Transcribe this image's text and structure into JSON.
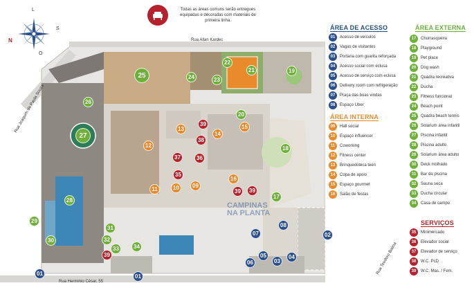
{
  "notice": {
    "text": "Todas as áreas comuns serão entregues equipadas e decoradas com materiais de primeira linha."
  },
  "compass": {
    "n": "N",
    "s": "S",
    "l": "L",
    "o": "O"
  },
  "streets": {
    "top": "Rua Allan Kardec",
    "left": "Rua Joaquim de Paula Souza",
    "bottom": "Rua Herminio César, 55",
    "right": "Rua Teodoro Baima"
  },
  "watermark": {
    "line1": "CAMPINAS",
    "line2": "NA PLANTA"
  },
  "colors": {
    "access": "#2b4f8e",
    "internal": "#e98a2c",
    "external": "#6fb03b",
    "services": "#b5222d"
  },
  "legend": {
    "access": {
      "title": "ÁREA DE ACESSO",
      "items": [
        {
          "n": "01",
          "label": "Acesso de veículos"
        },
        {
          "n": "02",
          "label": "Vagas de visitantes"
        },
        {
          "n": "03",
          "label": "Portaria com guarita reforçada"
        },
        {
          "n": "04",
          "label": "Acesso social com eclusa"
        },
        {
          "n": "05",
          "label": "Acesso de serviço com eclusa"
        },
        {
          "n": "06",
          "label": "Delivery room com refrigeração"
        },
        {
          "n": "07",
          "label": "Praça das boas vindas"
        },
        {
          "n": "08",
          "label": "Espaço Uber"
        }
      ]
    },
    "internal": {
      "title": "ÁREA INTERNA",
      "items": [
        {
          "n": "09",
          "label": "Hall social"
        },
        {
          "n": "10",
          "label": "Espaço influencer"
        },
        {
          "n": "11",
          "label": "Coworking"
        },
        {
          "n": "12",
          "label": "Fitness center"
        },
        {
          "n": "13",
          "label": "Brinquedoteca teen"
        },
        {
          "n": "14",
          "label": "Copa de apoio"
        },
        {
          "n": "15",
          "label": "Espaço gourmet"
        },
        {
          "n": "16",
          "label": "Salão de festas"
        }
      ]
    },
    "external": {
      "title": "ÁREA EXTERNA",
      "items": [
        {
          "n": "17",
          "label": "Churrasqueira"
        },
        {
          "n": "18",
          "label": "Playground"
        },
        {
          "n": "19",
          "label": "Pet place"
        },
        {
          "n": "20",
          "label": "Dog wash"
        },
        {
          "n": "21",
          "label": "Quadra recreativa"
        },
        {
          "n": "22",
          "label": "Ducha"
        },
        {
          "n": "23",
          "label": "Fitness funcional"
        },
        {
          "n": "24",
          "label": "Beach point"
        },
        {
          "n": "25",
          "label": "Quadra beach tennis"
        },
        {
          "n": "26",
          "label": "Solarium área infantil"
        },
        {
          "n": "27",
          "label": "Piscina infantil"
        },
        {
          "n": "28",
          "label": "Piscina adulto"
        },
        {
          "n": "29",
          "label": "Solarium área adulto"
        },
        {
          "n": "30",
          "label": "Deck molhado"
        },
        {
          "n": "31",
          "label": "Bar da piscina"
        },
        {
          "n": "32",
          "label": "Sauna seca"
        },
        {
          "n": "33",
          "label": "Ducha circular"
        },
        {
          "n": "34",
          "label": "Casa de campo"
        }
      ]
    },
    "services": {
      "title": "SERVIÇOS",
      "items": [
        {
          "n": "35",
          "label": "Minimercado"
        },
        {
          "n": "36",
          "label": "Elevador social"
        },
        {
          "n": "37",
          "label": "Elevador de serviço"
        },
        {
          "n": "38",
          "label": "W.C. PcD"
        },
        {
          "n": "39",
          "label": "W.C. Mas. / Fem."
        }
      ]
    }
  },
  "markers": [
    {
      "n": "01",
      "kind": "access"
    },
    {
      "n": "01",
      "kind": "access"
    },
    {
      "n": "02",
      "kind": "access"
    },
    {
      "n": "03",
      "kind": "access"
    },
    {
      "n": "04",
      "kind": "access"
    },
    {
      "n": "05",
      "kind": "access"
    },
    {
      "n": "06",
      "kind": "access"
    },
    {
      "n": "07",
      "kind": "access"
    },
    {
      "n": "08",
      "kind": "access"
    },
    {
      "n": "09",
      "kind": "internal"
    },
    {
      "n": "10",
      "kind": "internal"
    },
    {
      "n": "11",
      "kind": "internal"
    },
    {
      "n": "12",
      "kind": "internal"
    },
    {
      "n": "13",
      "kind": "internal"
    },
    {
      "n": "14",
      "kind": "internal"
    },
    {
      "n": "15",
      "kind": "internal"
    },
    {
      "n": "16",
      "kind": "internal"
    },
    {
      "n": "17",
      "kind": "external"
    },
    {
      "n": "18",
      "kind": "external"
    },
    {
      "n": "19",
      "kind": "external"
    },
    {
      "n": "20",
      "kind": "external"
    },
    {
      "n": "21",
      "kind": "external"
    },
    {
      "n": "22",
      "kind": "external"
    },
    {
      "n": "23",
      "kind": "external"
    },
    {
      "n": "24",
      "kind": "external"
    },
    {
      "n": "25",
      "kind": "external"
    },
    {
      "n": "26",
      "kind": "external"
    },
    {
      "n": "27",
      "kind": "external"
    },
    {
      "n": "28",
      "kind": "external"
    },
    {
      "n": "29",
      "kind": "external"
    },
    {
      "n": "30",
      "kind": "external"
    },
    {
      "n": "31",
      "kind": "external"
    },
    {
      "n": "32",
      "kind": "external"
    },
    {
      "n": "33",
      "kind": "external"
    },
    {
      "n": "34",
      "kind": "external"
    },
    {
      "n": "35",
      "kind": "services"
    },
    {
      "n": "36",
      "kind": "services"
    },
    {
      "n": "37",
      "kind": "services"
    },
    {
      "n": "38",
      "kind": "services"
    },
    {
      "n": "39",
      "kind": "services"
    },
    {
      "n": "39",
      "kind": "services"
    },
    {
      "n": "39",
      "kind": "services"
    },
    {
      "n": "39",
      "kind": "services"
    }
  ]
}
